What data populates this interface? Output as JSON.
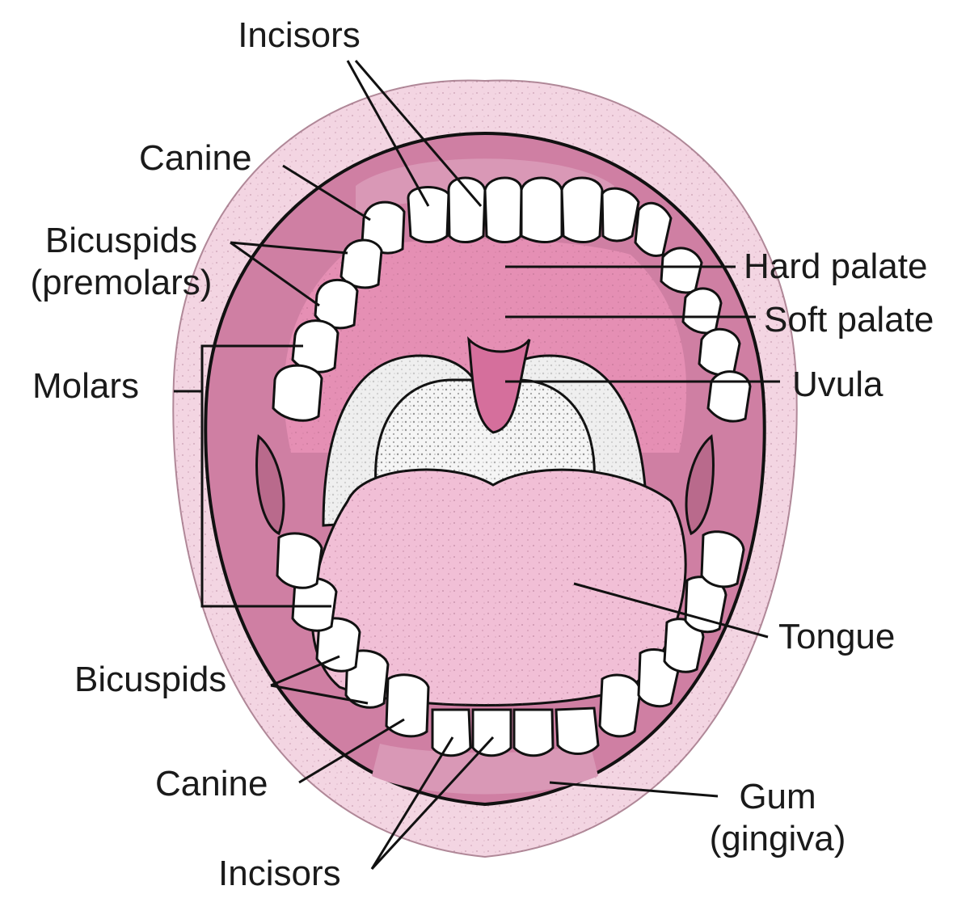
{
  "labels": {
    "incisors_top": "Incisors",
    "canine_top": "Canine",
    "bicuspids_top_1": "Bicuspids",
    "bicuspids_top_2": "(premolars)",
    "molars": "Molars",
    "hard_palate": "Hard palate",
    "soft_palate": "Soft palate",
    "uvula": "Uvula",
    "tongue": "Tongue",
    "bicuspids_bottom": "Bicuspids",
    "canine_bottom": "Canine",
    "incisors_bottom": "Incisors",
    "gum_1": "Gum",
    "gum_2": "(gingiva)"
  },
  "colors": {
    "lip": "#f3d5e2",
    "cavity": "#cf7fa3",
    "palate": "#e58fb4",
    "tongue": "#f1bfd6",
    "gum": "#d998b6",
    "tooth": "#ffffff",
    "throat": "#efefef",
    "line": "#111111"
  }
}
